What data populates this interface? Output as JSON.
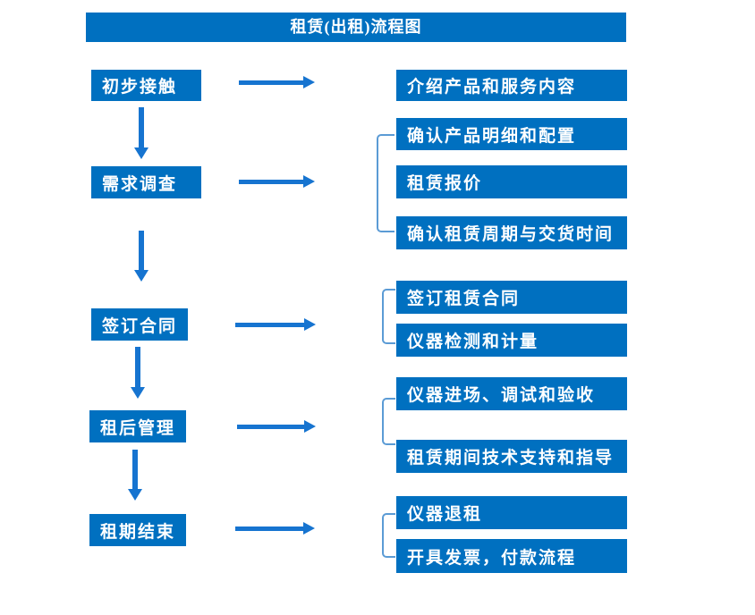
{
  "title": "租赁(出租)流程图",
  "stages": [
    {
      "label": "初步接触",
      "details": [
        "介绍产品和服务内容"
      ]
    },
    {
      "label": "需求调查",
      "details": [
        "确认产品明细和配置",
        "租赁报价",
        "确认租赁周期与交货时间"
      ]
    },
    {
      "label": "签订合同",
      "details": [
        "签订租赁合同",
        "仪器检测和计量"
      ]
    },
    {
      "label": "租后管理",
      "details": [
        "仪器进场、调试和验收",
        "租赁期间技术支持和指导"
      ]
    },
    {
      "label": "租期结束",
      "details": [
        "仪器退租",
        "开具发票，付款流程"
      ]
    }
  ],
  "colors": {
    "box": "#0070C0",
    "arrow": "#1674D0",
    "bracket": "#5B9BD5",
    "text": "#FFFFFF",
    "background": "#FFFFFF"
  }
}
